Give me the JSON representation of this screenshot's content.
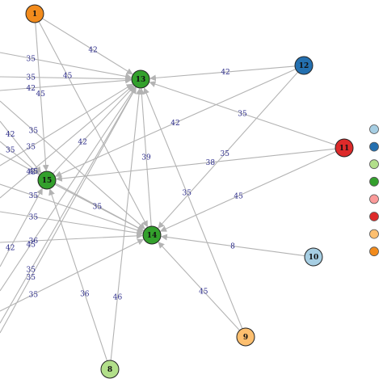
{
  "colors": {
    "orange": "#f28b1c",
    "blue": "#2470b0",
    "red": "#dd2a2a",
    "green": "#33a02c",
    "light_blue": "#a6cee3",
    "light_green": "#b2df8a",
    "light_orange": "#fdbf6f",
    "pink": "#fb9a99",
    "edge": "#b3b3b3",
    "edge_label": "#2a2a8a"
  },
  "nodes": [
    {
      "id": "1",
      "label": "1",
      "color": "#f28b1c"
    },
    {
      "id": "8",
      "label": "8",
      "color": "#b2df8a"
    },
    {
      "id": "9",
      "label": "9",
      "color": "#fdbf6f"
    },
    {
      "id": "10",
      "label": "10",
      "color": "#a6cee3"
    },
    {
      "id": "11",
      "label": "11",
      "color": "#dd2a2a"
    },
    {
      "id": "12",
      "label": "12",
      "color": "#2470b0"
    },
    {
      "id": "13",
      "label": "13",
      "color": "#33a02c"
    },
    {
      "id": "14",
      "label": "14",
      "color": "#33a02c"
    },
    {
      "id": "15",
      "label": "15",
      "color": "#33a02c"
    }
  ],
  "edges": [
    {
      "from": "1",
      "to": "13",
      "label": "42"
    },
    {
      "from": "1",
      "to": "14",
      "label": "45"
    },
    {
      "from": "1",
      "to": "15",
      "label": "45"
    },
    {
      "from": "12",
      "to": "13",
      "label": "42"
    },
    {
      "from": "12",
      "to": "15",
      "label": "42"
    },
    {
      "from": "12",
      "to": "14",
      "label": "35"
    },
    {
      "from": "11",
      "to": "13",
      "label": "35"
    },
    {
      "from": "11",
      "to": "15",
      "label": "38"
    },
    {
      "from": "11",
      "to": "14",
      "label": "45"
    },
    {
      "from": "10",
      "to": "14",
      "label": "8"
    },
    {
      "from": "9",
      "to": "13",
      "label": "35"
    },
    {
      "from": "9",
      "to": "14",
      "label": "45"
    },
    {
      "from": "8",
      "to": "13",
      "label": "46"
    },
    {
      "from": "8",
      "to": "15",
      "label": "36"
    },
    {
      "from": "14",
      "to": "13",
      "label": "39"
    },
    {
      "from": "15",
      "to": "13",
      "label": "42"
    },
    {
      "from": "15",
      "to": "14",
      "label": "35"
    },
    {
      "from": "offL1",
      "to": "13",
      "label": "35"
    },
    {
      "from": "offL2",
      "to": "13",
      "label": "35"
    },
    {
      "from": "offL3",
      "to": "13",
      "label": "42"
    },
    {
      "from": "offL4",
      "to": "14",
      "label": "35"
    },
    {
      "from": "offL5",
      "to": "15",
      "label": "42"
    },
    {
      "from": "offL6",
      "to": "15",
      "label": "35"
    },
    {
      "from": "offL7",
      "to": "14",
      "label": "45"
    },
    {
      "from": "offL8",
      "to": "13",
      "label": "35"
    },
    {
      "from": "offL9",
      "to": "14",
      "label": "35"
    },
    {
      "from": "offL10",
      "to": "13",
      "label": "42"
    },
    {
      "from": "offL11",
      "to": "14",
      "label": "35"
    },
    {
      "from": "offL12",
      "to": "14",
      "label": "36"
    },
    {
      "from": "offL13",
      "to": "15",
      "label": "42"
    },
    {
      "from": "offL14",
      "to": "13",
      "label": "45"
    },
    {
      "from": "offL15",
      "to": "14",
      "label": "35"
    },
    {
      "from": "offL16",
      "to": "13",
      "label": "35"
    },
    {
      "from": "offL17",
      "to": "13",
      "label": "35"
    }
  ],
  "legend": [
    {
      "color": "#a6cee3"
    },
    {
      "color": "#2470b0"
    },
    {
      "color": "#b2df8a"
    },
    {
      "color": "#33a02c"
    },
    {
      "color": "#fb9a99"
    },
    {
      "color": "#dd2a2a"
    },
    {
      "color": "#fdbf6f"
    },
    {
      "color": "#f28b1c"
    }
  ]
}
